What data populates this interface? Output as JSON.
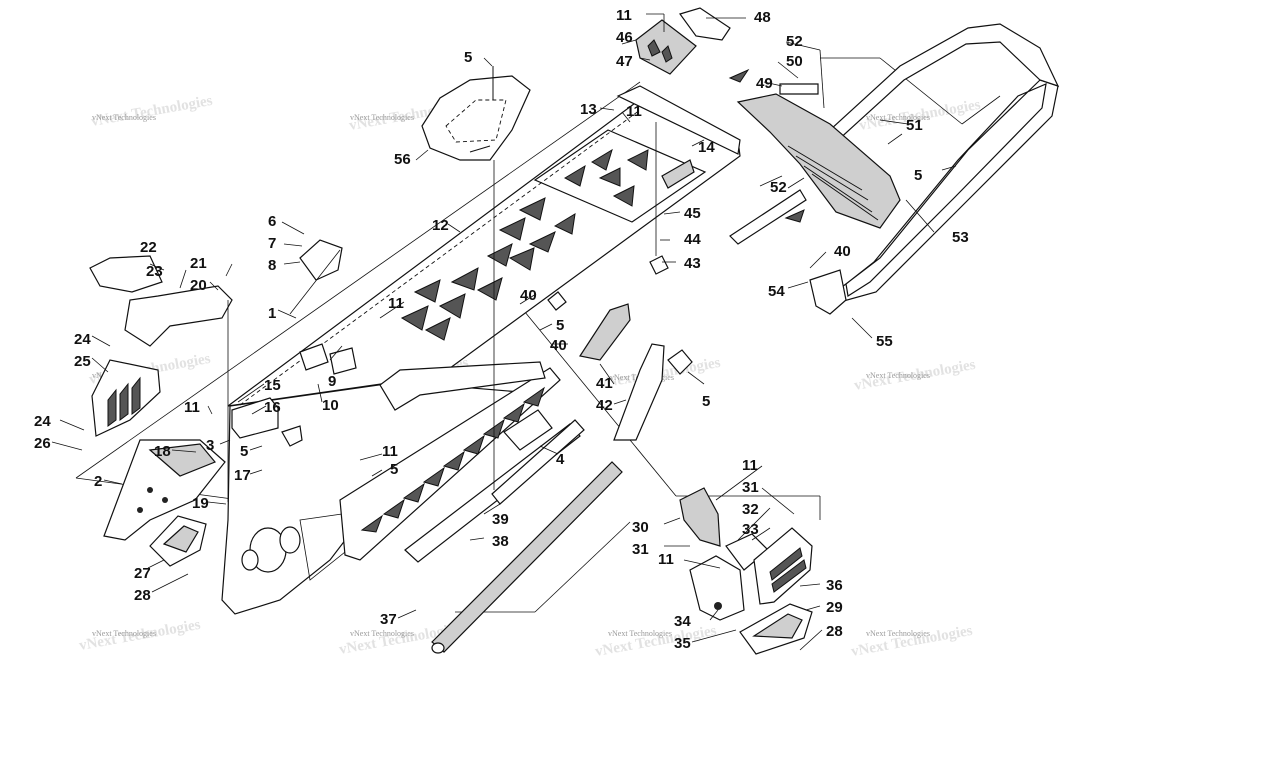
{
  "watermark": {
    "text": "vNext Technologies"
  },
  "callouts": [
    "1",
    "2",
    "3",
    "4",
    "5",
    "6",
    "7",
    "8",
    "9",
    "10",
    "11",
    "12",
    "13",
    "14",
    "15",
    "16",
    "17",
    "18",
    "19",
    "20",
    "21",
    "22",
    "23",
    "24",
    "25",
    "26",
    "27",
    "28",
    "29",
    "30",
    "31",
    "32",
    "33",
    "34",
    "35",
    "36",
    "37",
    "38",
    "39",
    "40",
    "41",
    "42",
    "43",
    "44",
    "45",
    "46",
    "47",
    "48",
    "49",
    "50",
    "51",
    "52",
    "53",
    "54",
    "55",
    "56"
  ]
}
